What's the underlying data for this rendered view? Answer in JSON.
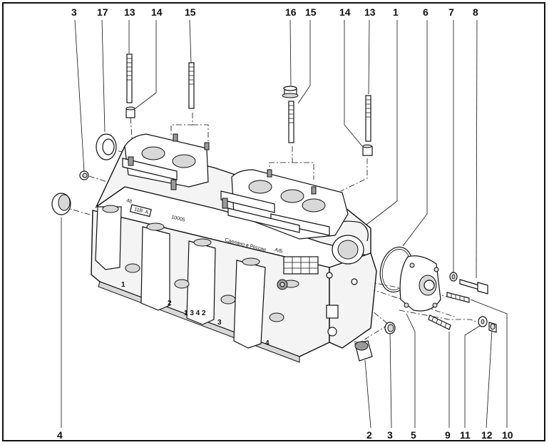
{
  "callouts_top": [
    "3",
    "17",
    "13",
    "14",
    "15",
    "16",
    "15",
    "14",
    "13",
    "1",
    "6",
    "7",
    "8"
  ],
  "callouts_bottom": [
    "4",
    "2",
    "3",
    "5",
    "9",
    "11",
    "12",
    "10"
  ],
  "engravings": {
    "part_code": "10005",
    "plate": "11B",
    "plate_suffix": "A",
    "maker": "Сделано в России",
    "mark": "А/Б",
    "small": "48",
    "cylinders": [
      "1",
      "2",
      "3",
      "4"
    ],
    "firing_order": "1 3 4 2"
  },
  "colors": {
    "line": "#111111",
    "fill": "#f4f4f4",
    "shade": "#d8d8d8"
  }
}
